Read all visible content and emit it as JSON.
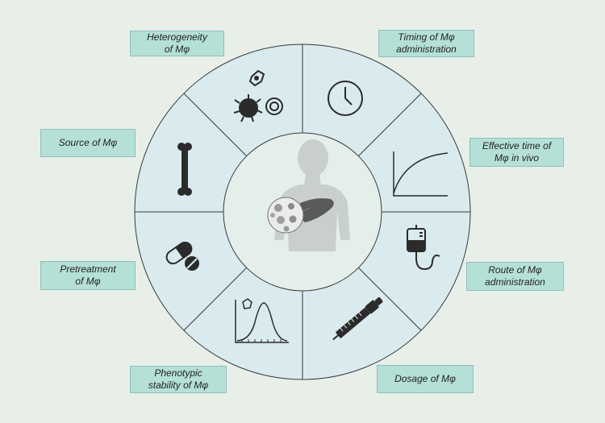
{
  "colors": {
    "background": "#e8efe9",
    "ring_fill": "#d9ebef",
    "ring_stroke": "#3a3a3a",
    "center_fill": "#e4efec",
    "label_fill": "#b5e0d8",
    "icon": "#2b2b2b"
  },
  "center": {
    "icons": [
      "human-silhouette-icon",
      "liver-icon",
      "macrophage-cluster-icon"
    ]
  },
  "factors": [
    {
      "id": "heterogeneity",
      "lines": [
        "Heterogeneity",
        "of Mφ"
      ],
      "icon": "macrophage-cells-icon"
    },
    {
      "id": "timing",
      "lines": [
        "Timing of Mφ",
        "administration"
      ],
      "icon": "clock-icon"
    },
    {
      "id": "effective-time",
      "lines": [
        "Effective time of",
        "Mφ in vivo"
      ],
      "icon": "curve-graph-icon"
    },
    {
      "id": "route",
      "lines": [
        "Route of Mφ",
        "administration"
      ],
      "icon": "iv-bag-icon"
    },
    {
      "id": "dosage",
      "lines": [
        "Dosage of Mφ"
      ],
      "icon": "syringe-pen-icon"
    },
    {
      "id": "phenotypic-stability",
      "lines": [
        "Phenotypic",
        "stability of Mφ"
      ],
      "icon": "bell-curve-icon"
    },
    {
      "id": "pretreatment",
      "lines": [
        "Pretreatment",
        "of Mφ"
      ],
      "icon": "pill-icon"
    },
    {
      "id": "source",
      "lines": [
        "Source of Mφ"
      ],
      "icon": "bone-icon"
    }
  ]
}
